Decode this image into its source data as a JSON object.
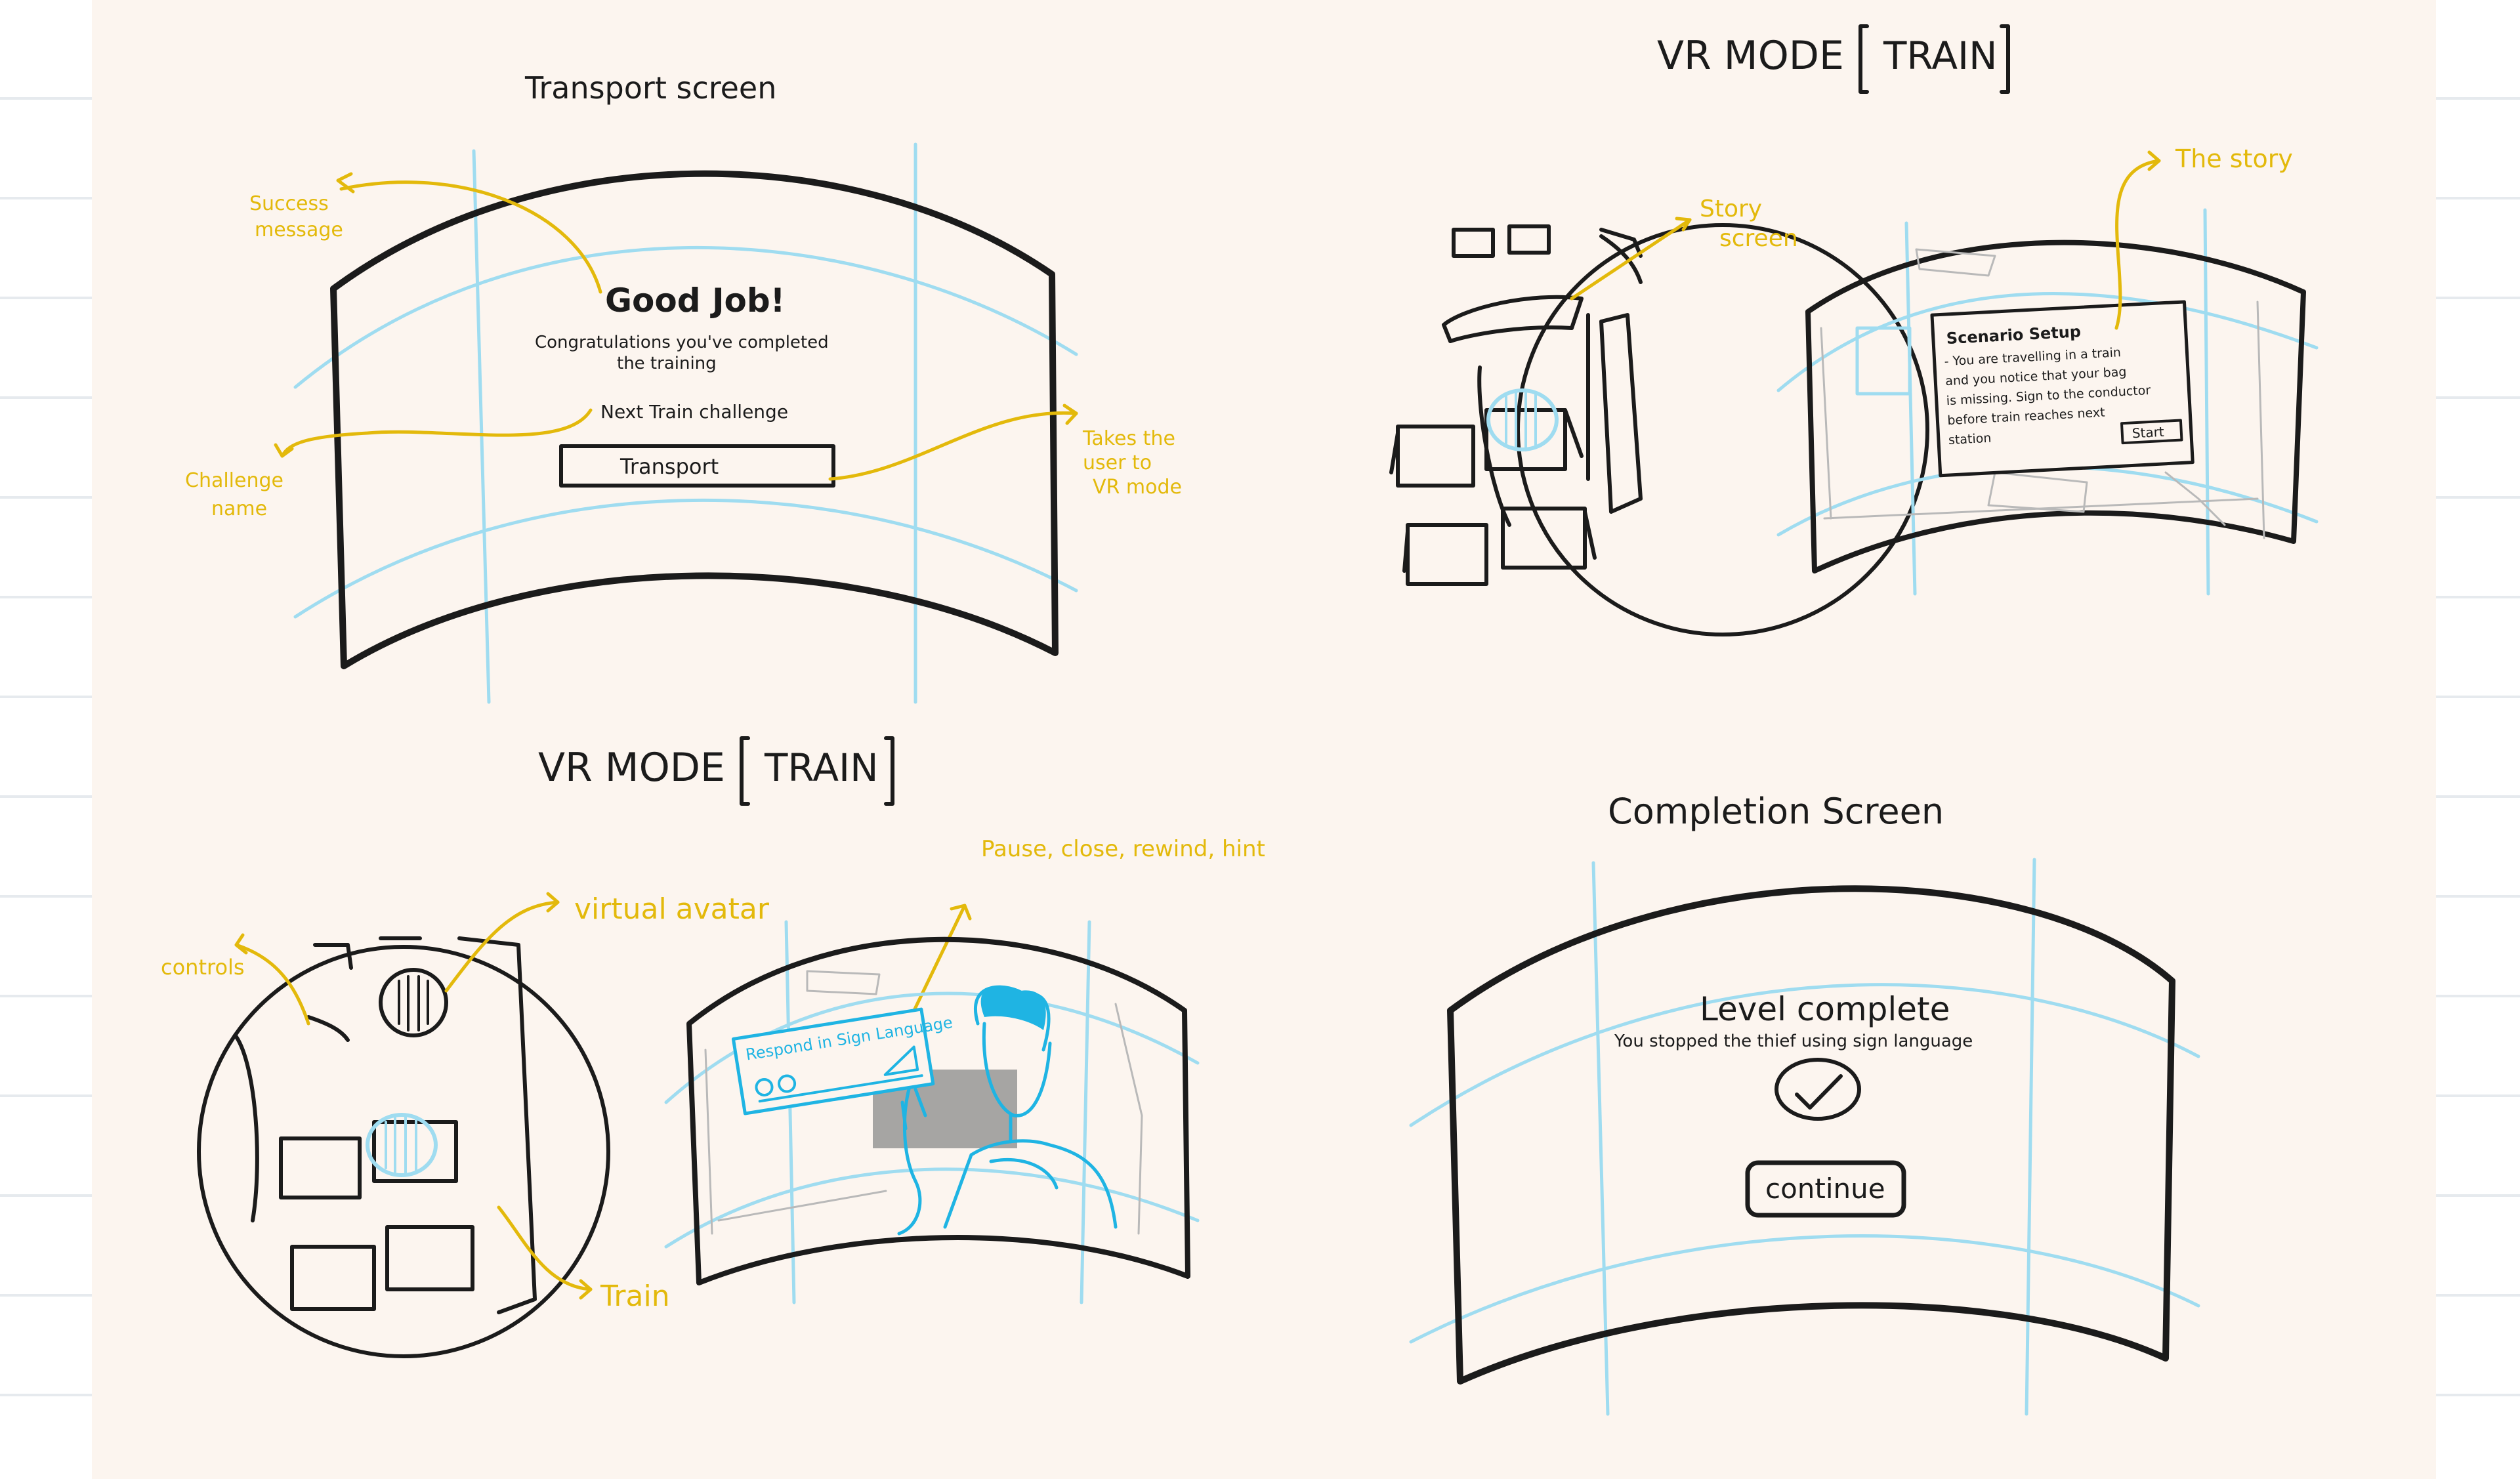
{
  "colors": {
    "paper": "#fcf5ef",
    "ink": "#1b1b1b",
    "annotation": "#e3b90b",
    "guide": "#9fdcf0",
    "avatar": "#1fb4e3"
  },
  "transport": {
    "title": "Transport screen",
    "headline": "Good Job!",
    "line1": "Congratulations you've completed",
    "line2": "the training",
    "challenge": "Next Train challenge",
    "button": "Transport",
    "notes": {
      "success1": "Success",
      "success2": "message",
      "challenge1": "Challenge",
      "challenge2": "name",
      "takes1": "Takes the",
      "takes2": "user to",
      "takes3": "VR mode"
    }
  },
  "vr_top": {
    "title_left": "VR MODE",
    "title_right": "TRAIN",
    "notes": {
      "story1": "Story",
      "story2": "screen",
      "the_story": "The story"
    },
    "dialog": {
      "heading": "Scenario Setup",
      "l1": "- You are travelling in a train",
      "l2": "and you notice that your bag",
      "l3": "is missing. Sign to the conductor",
      "l4": "before train reaches next",
      "l5": "station",
      "button": "Start"
    }
  },
  "vr_bottom": {
    "title_left": "VR MODE",
    "title_right": "TRAIN",
    "panel": "Respond in Sign Language",
    "notes": {
      "controls": "controls",
      "avatar": "virtual avatar",
      "train": "Train",
      "pause": "Pause, close, rewind, hint"
    }
  },
  "completion": {
    "title": "Completion Screen",
    "headline": "Level complete",
    "subtitle": "You stopped the thief using sign language",
    "button": "continue"
  }
}
